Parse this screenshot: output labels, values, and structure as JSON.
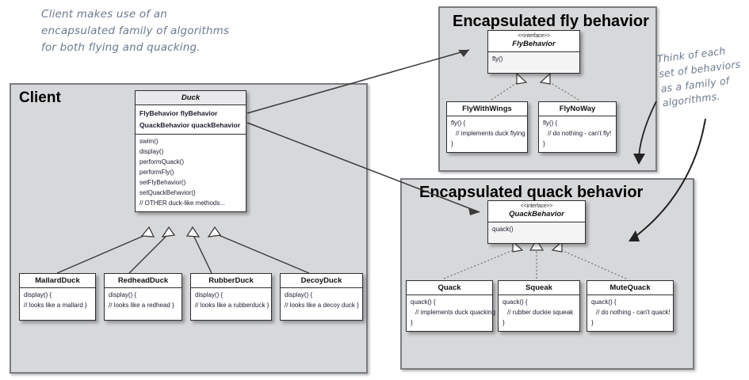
{
  "annotations": {
    "client_note": "Client makes use of an\nencapsulated family of algorithms\nfor both flying and quacking.",
    "behaviors_note": "Think of each\nset of behaviors\nas a family of\nalgorithms."
  },
  "panels": {
    "client": {
      "title": "Client"
    },
    "fly": {
      "title": "Encapsulated fly behavior"
    },
    "quack": {
      "title": "Encapsulated quack behavior"
    }
  },
  "duck": {
    "name": "Duck",
    "fields": [
      "FlyBehavior flyBehavior",
      "QuackBehavior quackBehavior"
    ],
    "methods": [
      "swim()",
      "display()",
      "performQuack()",
      "performFly()",
      "setFlyBehavior()",
      "setQuackBehavior()",
      "// OTHER duck-like methods..."
    ]
  },
  "duck_subclasses": [
    {
      "name": "MallardDuck",
      "body": [
        "display() {",
        "// looks like a mallard }"
      ]
    },
    {
      "name": "RedheadDuck",
      "body": [
        "display() {",
        "// looks like a redhead }"
      ]
    },
    {
      "name": "RubberDuck",
      "body": [
        "display() {",
        "// looks like a rubberduck }"
      ]
    },
    {
      "name": "DecoyDuck",
      "body": [
        "display() {",
        "// looks like a decoy duck }"
      ]
    }
  ],
  "fly_interface": {
    "stereotype": "<<interface>>",
    "name": "FlyBehavior",
    "methods": [
      "fly()"
    ]
  },
  "fly_implementations": [
    {
      "name": "FlyWithWings",
      "body": [
        "fly() {",
        "// implements duck flying",
        "}"
      ]
    },
    {
      "name": "FlyNoWay",
      "body": [
        "fly() {",
        "// do nothing - can't fly!",
        "}"
      ]
    }
  ],
  "quack_interface": {
    "stereotype": "<<interface>>",
    "name": "QuackBehavior",
    "methods": [
      "quack()"
    ]
  },
  "quack_implementations": [
    {
      "name": "Quack",
      "body": [
        "quack() {",
        "// implements duck quacking",
        "}"
      ]
    },
    {
      "name": "Squeak",
      "body": [
        "quack() {",
        "// rubber duckie squeak",
        "}"
      ]
    },
    {
      "name": "MuteQuack",
      "body": [
        "quack() {",
        "// do nothing - can't quack!",
        "}"
      ]
    }
  ],
  "colors": {
    "panel_fill": "#d7d8da",
    "panel_border": "#7b7c80",
    "box_border": "#2f2f2f",
    "handwriting": "#6b7a90",
    "header_fill": "#e9e9eb"
  }
}
